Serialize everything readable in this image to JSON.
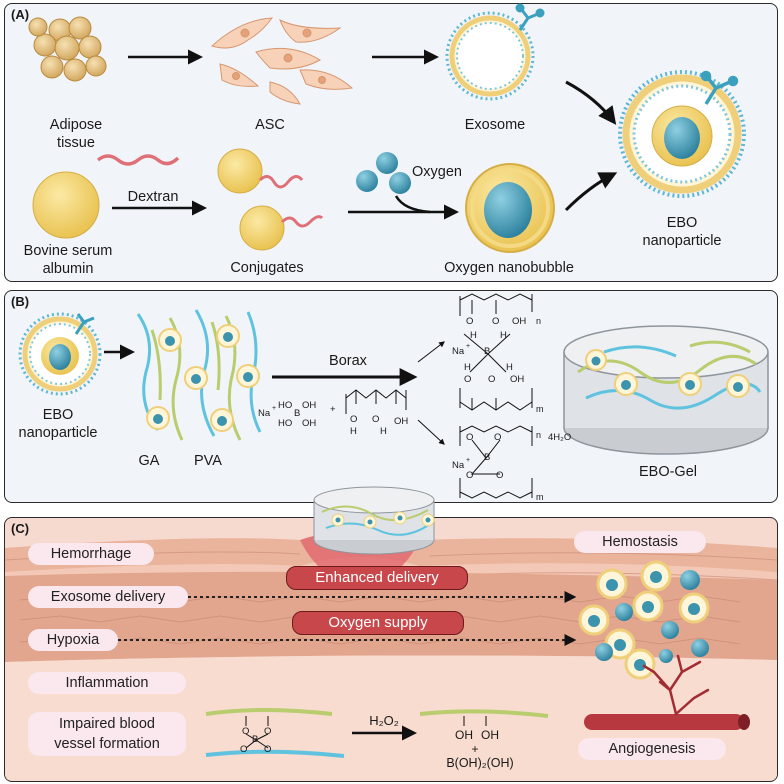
{
  "panels": {
    "a": {
      "label": "(A)",
      "adipose": "Adipose\ntissue",
      "asc": "ASC",
      "exosome": "Exosome",
      "bsa": "Bovine serum\nalbumin",
      "dextran": "Dextran",
      "conjugates": "Conjugates",
      "oxygen": "Oxygen",
      "nanobubble": "Oxygen nanobubble",
      "ebo": "EBO\nnanoparticle"
    },
    "b": {
      "label": "(B)",
      "ebo": "EBO\nnanoparticle",
      "ga": "GA",
      "pva": "PVA",
      "borax": "Borax",
      "na": "Na",
      "plus_sign": "+",
      "superscript_plus": "+",
      "b_atom": "B",
      "o_atom": "O",
      "h_atom": "H",
      "oh": "OH",
      "ho": "HO",
      "n_sub": "n",
      "m_sub": "m",
      "water": "4H₂O",
      "gel": "EBO-Gel"
    },
    "c": {
      "label": "(C)",
      "hemorrhage": "Hemorrhage",
      "exosome_delivery": "Exosome delivery",
      "hypoxia": "Hypoxia",
      "inflammation": "Inflammation",
      "impaired": "Impaired blood\nvessel formation",
      "enhanced": "Enhanced delivery",
      "oxygen_supply": "Oxygen supply",
      "hemostasis": "Hemostasis",
      "angiogenesis": "Angiogenesis",
      "h2o2": "H₂O₂",
      "oh": "OH",
      "o_atom": "O",
      "b_atom": "B",
      "plus_sign": "+",
      "boric": "B(OH)₂(OH)"
    }
  },
  "colors": {
    "panel_bg": "#f1f5fa",
    "yellow": "#f3d36a",
    "blue_core": "#3b93ad",
    "red_pill": "#c8474b",
    "pink_pill": "#fbe7ee",
    "green_fiber": "#b9cc6e",
    "blue_fiber": "#5fc3df"
  }
}
